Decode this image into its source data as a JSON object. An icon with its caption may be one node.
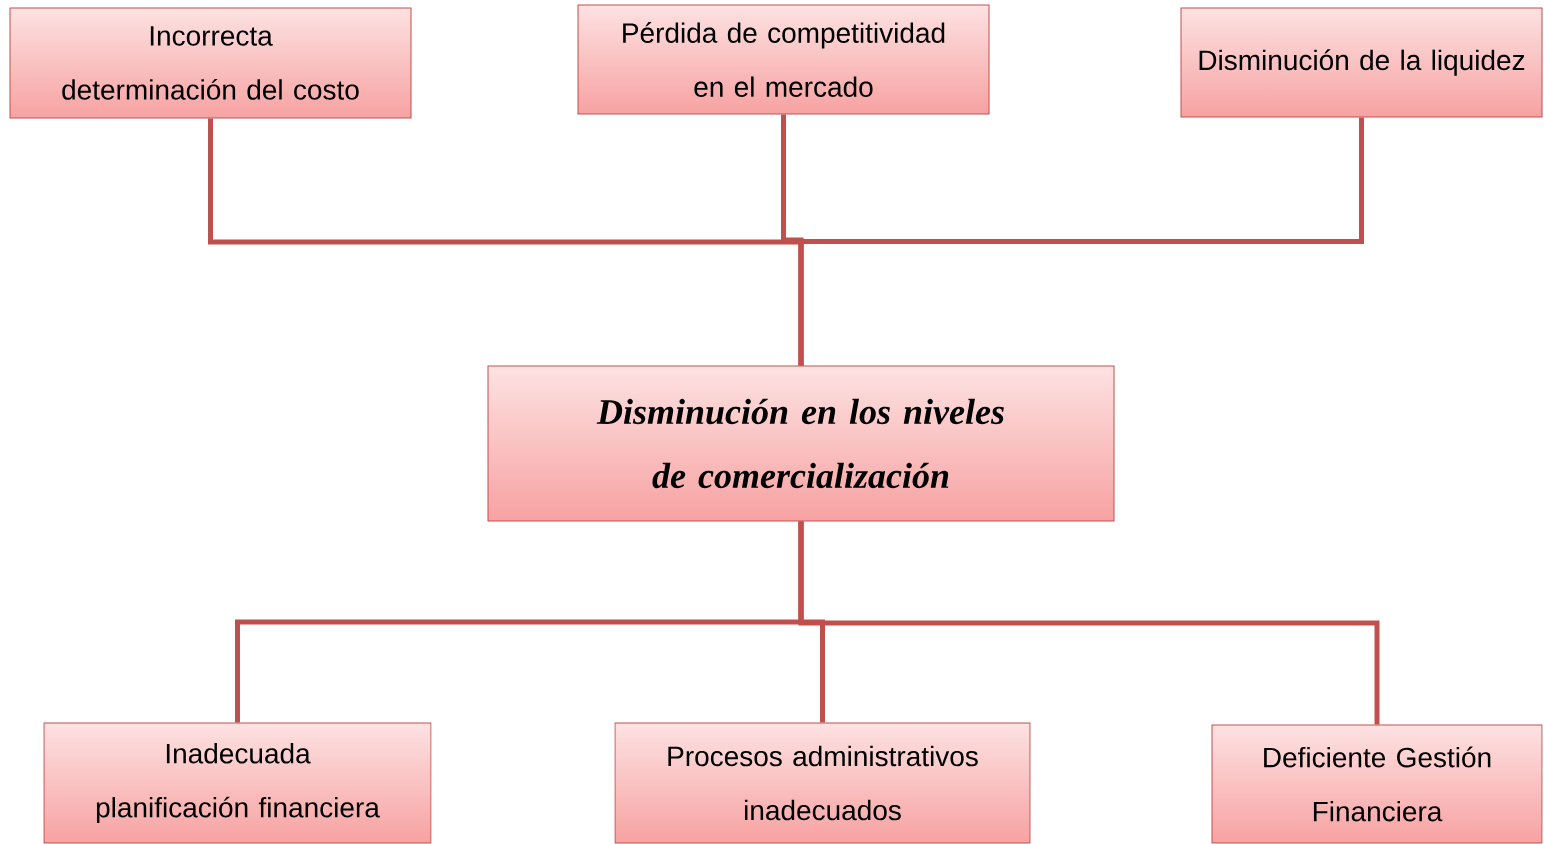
{
  "diagram": {
    "nodes": [
      {
        "text": [
          "Incorrecta determinación del costo"
        ]
      },
      {
        "text": [
          "Pérdida de competitividad en el mercado"
        ]
      },
      {
        "text": [
          "Disminución de la liquidez"
        ]
      },
      {
        "text": [
          "Disminución en los niveles de comercialización"
        ]
      },
      {
        "text": [
          "Inadecuada planificación financiera"
        ]
      },
      {
        "text": [
          "Procesos administrativos inadecuados"
        ]
      },
      {
        "text": [
          "Deficiente Gestión Financiera"
        ]
      }
    ],
    "edges": [
      {
        "from": 0,
        "to": 3,
        "arrow": "none"
      },
      {
        "from": 1,
        "to": 3,
        "arrow": "none"
      },
      {
        "from": 2,
        "to": 3,
        "arrow": "none"
      },
      {
        "from": 3,
        "to": 4,
        "arrow": "none"
      },
      {
        "from": 3,
        "to": 5,
        "arrow": "none"
      },
      {
        "from": 3,
        "to": 6,
        "arrow": "none"
      }
    ]
  }
}
